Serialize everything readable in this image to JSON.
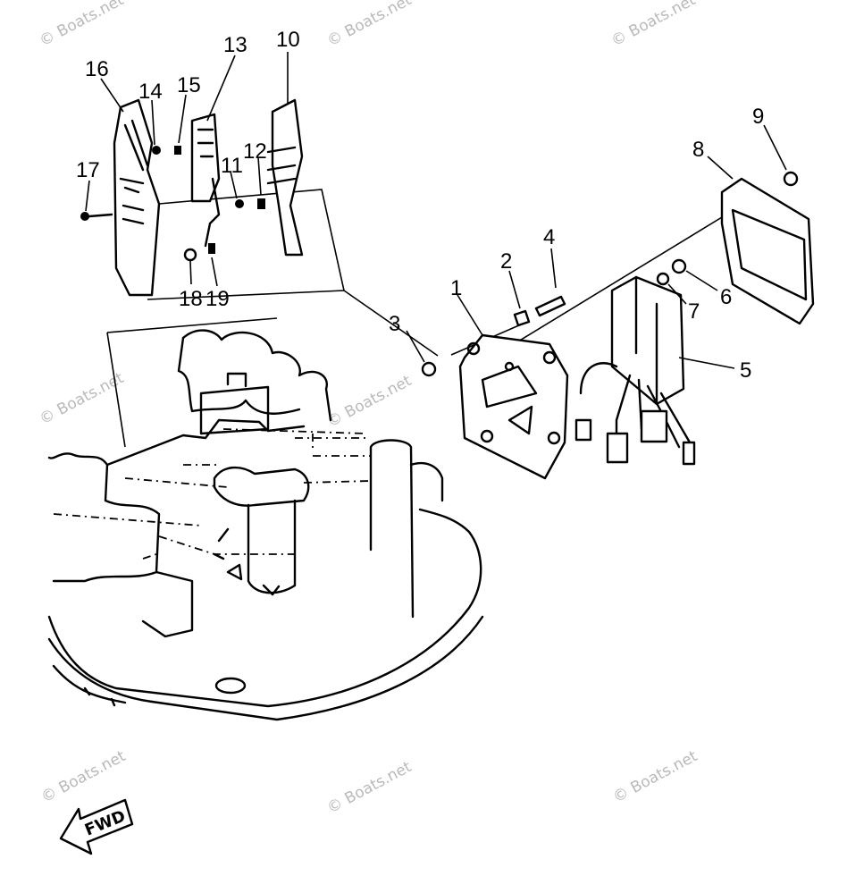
{
  "diagram": {
    "part_labels": [
      "1",
      "2",
      "3",
      "4",
      "5",
      "6",
      "7",
      "8",
      "9",
      "10",
      "11",
      "12",
      "13",
      "14",
      "15",
      "16",
      "17",
      "18",
      "19"
    ],
    "direction_label": "FWD",
    "watermark": "© Boats.net"
  }
}
